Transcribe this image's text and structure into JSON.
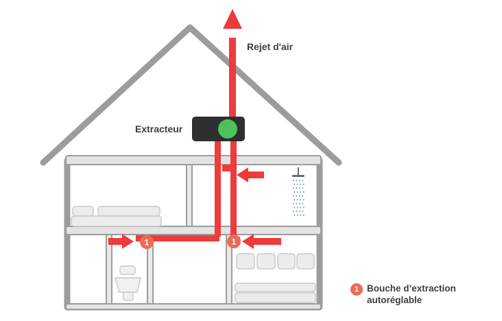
{
  "labels": {
    "exhaust": "Rejet d'air",
    "extractor": "Extracteur"
  },
  "badge_number": "1",
  "legend": {
    "number": "1",
    "line1": "Bouche d’extraction",
    "line2": "autoréglable"
  },
  "colors": {
    "wall": "#9c9c9c",
    "wall_light": "#e6e6e6",
    "duct": "#ee3b3b",
    "badge": "#ef6a55",
    "extractor_body": "#2f2f2f",
    "extractor_fan": "#4cc25a",
    "text": "#3d3d3d"
  },
  "icons": [
    "house-outline",
    "extractor-fan",
    "duct",
    "arrow",
    "bed",
    "toilet",
    "kitchen-cabinets",
    "shower"
  ]
}
